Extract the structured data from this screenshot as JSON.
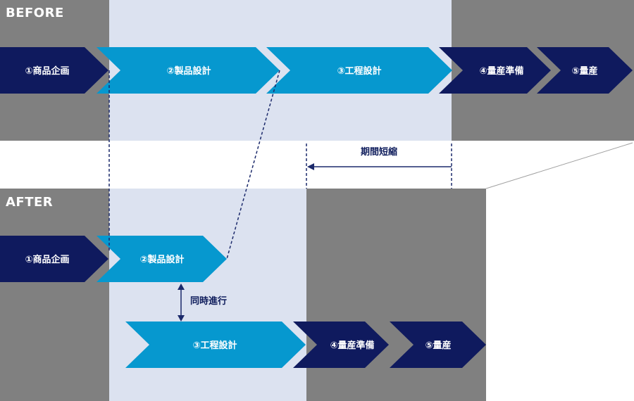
{
  "before": {
    "label": "BEFORE",
    "steps": [
      "①商品企画",
      "②製品設計",
      "③工程設計",
      "④量産準備",
      "⑤量産"
    ]
  },
  "after": {
    "label": "AFTER",
    "steps": [
      "①商品企画",
      "②製品設計",
      "③工程設計",
      "④量産準備",
      "⑤量産"
    ]
  },
  "annotations": {
    "shortening": "期間短縮",
    "concurrent": "同時進行"
  },
  "colors": {
    "navy": "#0f1a5e",
    "cyan": "#0698cf",
    "gray": "#808080",
    "tint": "#dce2f0",
    "line": "#1c2a6b"
  }
}
